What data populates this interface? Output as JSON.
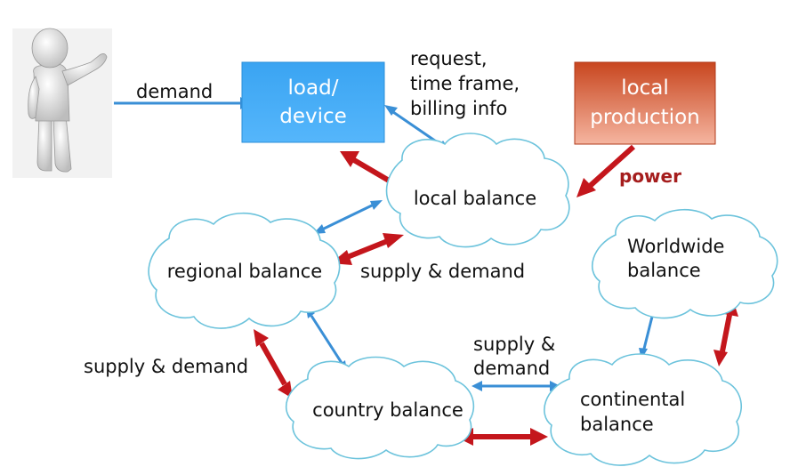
{
  "colors": {
    "blue_arrow": "#3a8fd6",
    "red_arrow": "#c4161c",
    "cloud_stroke": "#6cc3dc",
    "load_box": "#3fa9f5",
    "production_box_top": "#c8461f",
    "production_box_bottom": "#f5b5a0",
    "power_text": "#a51d1d"
  },
  "figure": {
    "icon": "person-presenting-icon"
  },
  "labels": {
    "demand": "demand",
    "request_lines": [
      "request,",
      "time frame,",
      "billing info"
    ],
    "power": "power",
    "supply_demand_regional": "supply & demand",
    "supply_demand_country": "supply & demand",
    "supply_demand_continental_lines": [
      "supply &",
      "demand"
    ]
  },
  "boxes": {
    "load": [
      "load/",
      "device"
    ],
    "production": [
      "local",
      "production"
    ]
  },
  "clouds": {
    "local": [
      "local balance"
    ],
    "regional": [
      "regional balance"
    ],
    "country": [
      "country balance"
    ],
    "continental": [
      "continental",
      "balance"
    ],
    "worldwide": [
      "Worldwide",
      "balance"
    ]
  }
}
